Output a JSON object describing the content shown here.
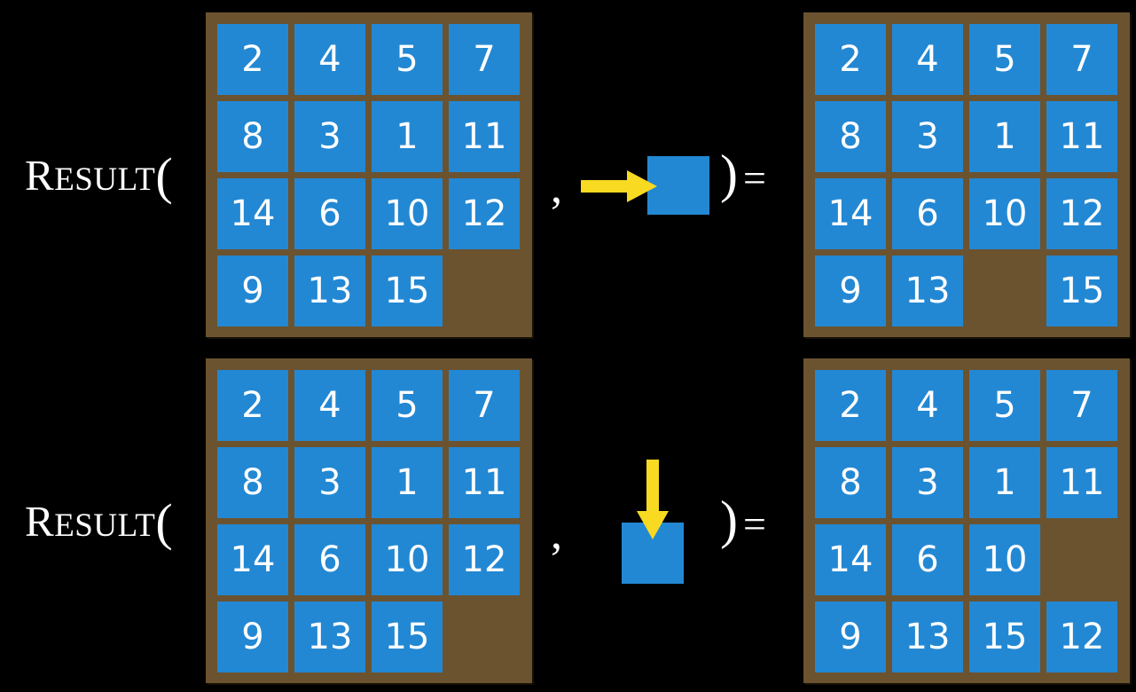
{
  "page": {
    "background_color": "#000000",
    "board_color": "#6b5330",
    "tile_color": "#2388d3",
    "tile_text_color": "#ffffff",
    "arrow_color": "#f7da21",
    "text_color": "#ffffff"
  },
  "equations": [
    {
      "id": "equation-right-move",
      "label": {
        "first_letter": "R",
        "rest": "ESULT",
        "open_paren": "("
      },
      "separator": ",",
      "close_paren": ")",
      "equals": "=",
      "move": {
        "name": "move-right",
        "direction": "right",
        "arrow_icon": "arrow-right-icon",
        "tile_label": ""
      },
      "input_board": {
        "name": "input-board",
        "rows": [
          [
            "2",
            "4",
            "5",
            "7"
          ],
          [
            "8",
            "3",
            "1",
            "11"
          ],
          [
            "14",
            "6",
            "10",
            "12"
          ],
          [
            "9",
            "13",
            "15",
            ""
          ]
        ]
      },
      "output_board": {
        "name": "output-board",
        "rows": [
          [
            "2",
            "4",
            "5",
            "7"
          ],
          [
            "8",
            "3",
            "1",
            "11"
          ],
          [
            "14",
            "6",
            "10",
            "12"
          ],
          [
            "9",
            "13",
            "",
            "15"
          ]
        ]
      }
    },
    {
      "id": "equation-down-move",
      "label": {
        "first_letter": "R",
        "rest": "ESULT",
        "open_paren": "("
      },
      "separator": ",",
      "close_paren": ")",
      "equals": "=",
      "move": {
        "name": "move-down",
        "direction": "down",
        "arrow_icon": "arrow-down-icon",
        "tile_label": ""
      },
      "input_board": {
        "name": "input-board",
        "rows": [
          [
            "2",
            "4",
            "5",
            "7"
          ],
          [
            "8",
            "3",
            "1",
            "11"
          ],
          [
            "14",
            "6",
            "10",
            "12"
          ],
          [
            "9",
            "13",
            "15",
            ""
          ]
        ]
      },
      "output_board": {
        "name": "output-board",
        "rows": [
          [
            "2",
            "4",
            "5",
            "7"
          ],
          [
            "8",
            "3",
            "1",
            "11"
          ],
          [
            "14",
            "6",
            "10",
            ""
          ],
          [
            "9",
            "13",
            "15",
            "12"
          ]
        ]
      }
    }
  ]
}
